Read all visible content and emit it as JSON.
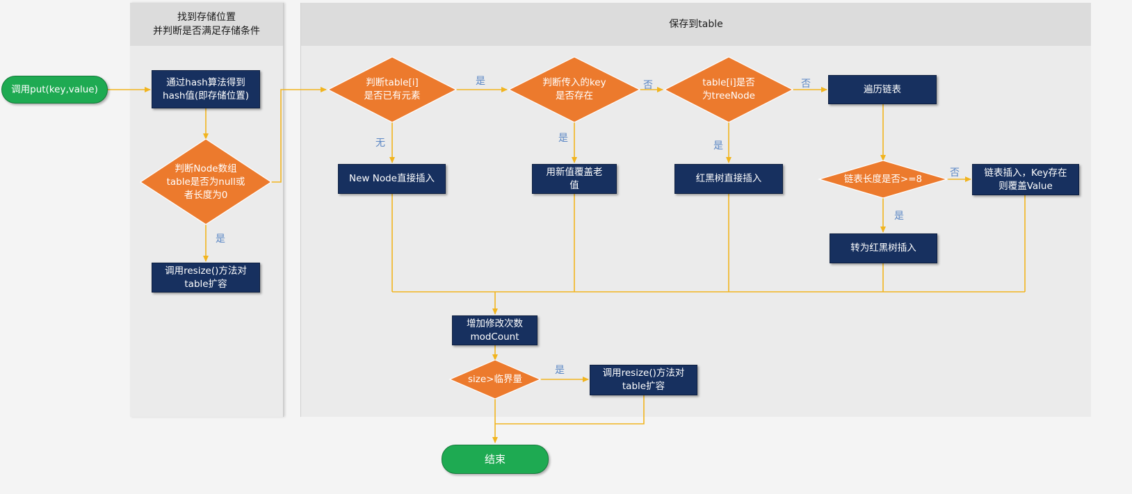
{
  "lanes": {
    "lane1_line1": "找到存储位置",
    "lane1_line2": "并判断是否满足存储条件",
    "lane2": "保存到table"
  },
  "nodes": {
    "start": "调用put(key,value)",
    "hash_line1": "通过hash算法得到",
    "hash_line2": "hash值(即存储位置)",
    "check_table_line1": "判断Node数组",
    "check_table_line2": "table是否为null或",
    "check_table_line3": "者长度为0",
    "resize1_line1": "调用resize()方法对",
    "resize1_line2": "table扩容",
    "has_elem_line1": "判断table[i]",
    "has_elem_line2": "是否已有元素",
    "key_exists_line1": "判断传入的key",
    "key_exists_line2": "是否存在",
    "is_tree_line1": "table[i]是否",
    "is_tree_line2": "为treeNode",
    "traverse": "遍历链表",
    "new_node": "New Node直接插入",
    "overwrite_line1": "用新值覆盖老",
    "overwrite_line2": "值",
    "rbtree_insert": "红黑树直接插入",
    "list_len": "链表长度是否>=8",
    "list_insert_line1": "链表插入，Key存在",
    "list_insert_line2": "则覆盖Value",
    "to_rbtree": "转为红黑树插入",
    "modcount_line1": "增加修改次数",
    "modcount_line2": "modCount",
    "size_check": "size>临界量",
    "resize2_line1": "调用resize()方法对",
    "resize2_line2": "table扩容",
    "end": "结束"
  },
  "edge_labels": {
    "yes_resize1": "是",
    "yes_key": "是",
    "no_tree": "否",
    "no_traverse": "否",
    "none_new": "无",
    "yes_overwrite": "是",
    "yes_rbtree": "是",
    "no_list_insert": "否",
    "yes_to_rbtree": "是",
    "yes_resize2": "是"
  },
  "colors": {
    "process": "#17305f",
    "decision": "#ec7a2d",
    "terminal": "#1eaa52",
    "connector": "#f1b41e",
    "edge_label": "#5a86c4",
    "lane_header": "#dcdcdc"
  }
}
